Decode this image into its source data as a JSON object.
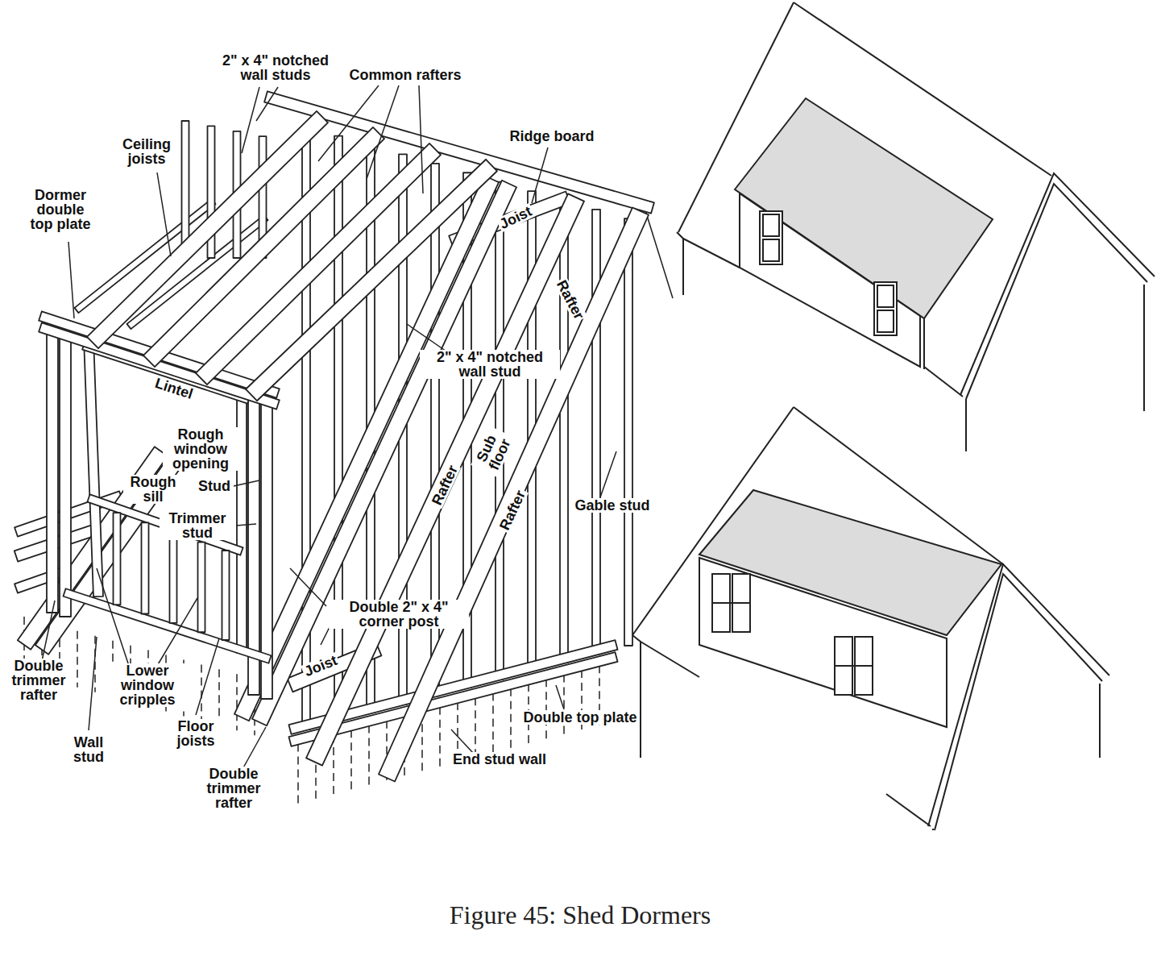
{
  "diagram": {
    "caption": "Figure 45: Shed Dormers",
    "labels": [
      "2\" x 4\" notched wall studs",
      "Common rafters",
      "Ceiling joists",
      "Ridge board",
      "Dormer double top plate",
      "Joist",
      "Rafter",
      "2\" x 4\" notched wall stud",
      "Lintel",
      "Rough window opening",
      "Rough sill",
      "Stud",
      "Trimmer stud",
      "Rafter",
      "Sub floor",
      "Rafter",
      "Gable stud",
      "Double 2\" x 4\" corner post",
      "Double trimmer rafter",
      "Lower window cripples",
      "Wall stud",
      "Floor joists",
      "Joist",
      "Double top plate",
      "End stud wall",
      "Double trimmer rafter"
    ]
  }
}
